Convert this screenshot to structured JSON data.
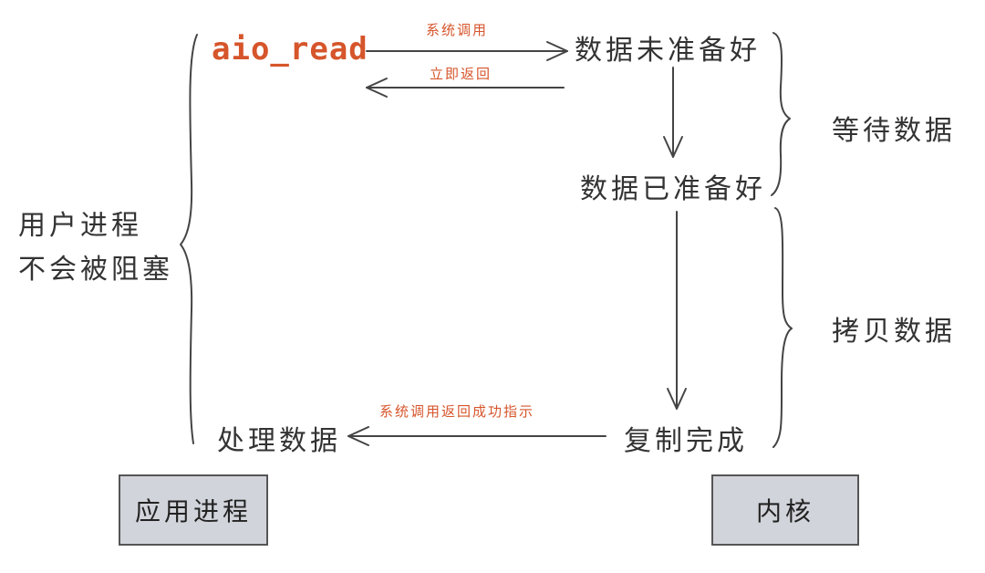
{
  "app_call": "aio_read",
  "edges": {
    "syscall": "系统调用",
    "immediate_return": "立即返回",
    "syscall_success": "系统调用返回成功指示"
  },
  "kernel_states": {
    "not_ready": "数据未准备好",
    "ready": "数据已准备好",
    "copy_done": "复制完成"
  },
  "app_states": {
    "process_data": "处理数据"
  },
  "phases": {
    "wait": "等待数据",
    "copy": "拷贝数据"
  },
  "left_note": {
    "line1": "用户进程",
    "line2": "不会被阻塞"
  },
  "boxes": {
    "app": "应用进程",
    "kernel": "内核"
  }
}
